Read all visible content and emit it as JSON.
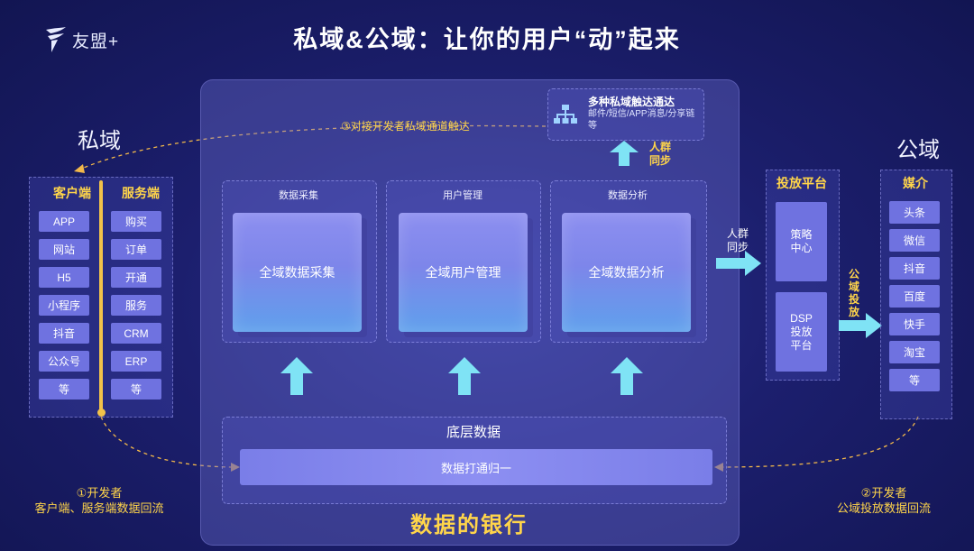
{
  "logo": {
    "text": "友盟+"
  },
  "title": "私域&公域：让你的用户“动”起来",
  "private_label": "私域",
  "public_label": "公域",
  "channel": {
    "step_label": "③对接开发者私域通道触达",
    "title": "多种私域触达通达",
    "subtitle": "邮件/短信/APP消息/分享链等",
    "sync_label": [
      "人群",
      "同步"
    ]
  },
  "modules": [
    {
      "caption": "数据采集",
      "label": "全域数据采集"
    },
    {
      "caption": "用户管理",
      "label": "全域用户管理"
    },
    {
      "caption": "数据分析",
      "label": "全域数据分析"
    }
  ],
  "base": {
    "title": "底层数据",
    "bar": "数据打通归一"
  },
  "bank_title": "数据的银行",
  "client_side": {
    "header": "客户端",
    "items": [
      "APP",
      "网站",
      "H5",
      "小程序",
      "抖音",
      "公众号",
      "等"
    ]
  },
  "server_side": {
    "header": "服务端",
    "items": [
      "购买",
      "订单",
      "开通",
      "服务",
      "CRM",
      "ERP",
      "等"
    ]
  },
  "crowd_sync": [
    "人群",
    "同步"
  ],
  "ad_platform": {
    "header": "投放平台",
    "strategy": [
      "策略",
      "中心"
    ],
    "dsp": [
      "DSP",
      "投放",
      "平台"
    ]
  },
  "public_delivery": [
    "公",
    "域",
    "投",
    "放"
  ],
  "media": {
    "header": "媒介",
    "items": [
      "头条",
      "微信",
      "抖音",
      "百度",
      "快手",
      "淘宝",
      "等"
    ]
  },
  "notes": {
    "left": [
      "①开发者",
      "客户端、服务端数据回流"
    ],
    "right": [
      "②开发者",
      "公域投放数据回流"
    ]
  },
  "colors": {
    "accent_yellow": "#ffd54a",
    "arrow_cyan": "#7fe3f5",
    "item_purple": "#6f72e0"
  },
  "icons": [
    "logo-icon",
    "org-chart-icon",
    "up-arrow-icon",
    "right-arrow-icon"
  ]
}
